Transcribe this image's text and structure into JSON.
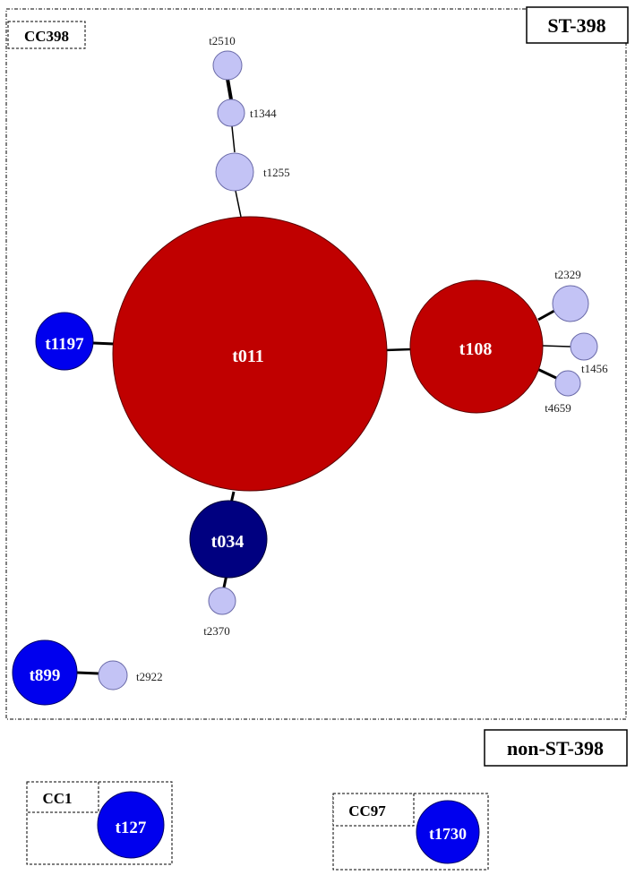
{
  "groups": {
    "st398": "ST-398",
    "non_st398": "non-ST-398",
    "cc398": "CC398",
    "cc1": "CC1",
    "cc97": "CC97"
  },
  "colors": {
    "red": "#c00000",
    "blue": "#0000ee",
    "navy": "#000080",
    "lavender": "#c3c3f5"
  },
  "nodes": {
    "t011": "t011",
    "t108": "t108",
    "t034": "t034",
    "t1197": "t1197",
    "t899": "t899",
    "t2510": "t2510",
    "t1344": "t1344",
    "t1255": "t1255",
    "t2329": "t2329",
    "t1456": "t1456",
    "t4659": "t4659",
    "t2370": "t2370",
    "t2922": "t2922",
    "t127": "t127",
    "t1730": "t1730"
  }
}
